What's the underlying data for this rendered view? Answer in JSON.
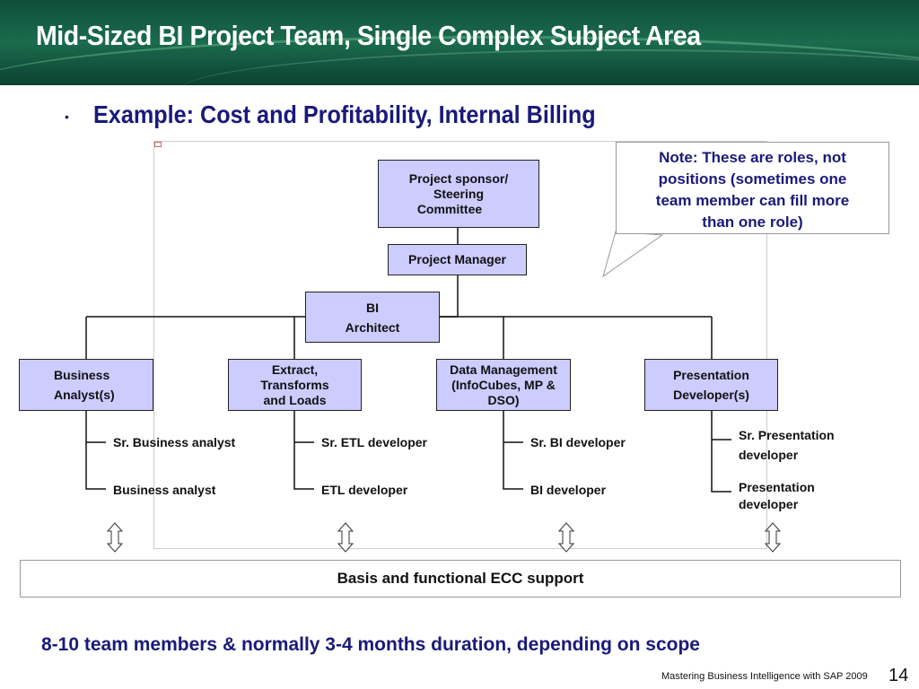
{
  "slide": {
    "title": "Mid-Sized BI Project Team, Single Complex Subject Area",
    "bullet": "•",
    "subtitle": "Example: Cost and Profitability, Internal Billing",
    "bottom_note": "8-10 team members & normally 3-4 months duration, depending on scope",
    "footer": "Mastering Business Intelligence with SAP 2009",
    "page_number": "14"
  },
  "note": {
    "line1": "Note: These are roles, not",
    "line2": "positions (sometimes one",
    "line3": "team member can fill more",
    "line4": "than one role)"
  },
  "org": {
    "sponsor": {
      "line1": "Project sponsor/",
      "line2": "Steering",
      "line3": "Committee"
    },
    "manager": "Project Manager",
    "architect": {
      "line1": "BI",
      "line2": "Architect"
    },
    "roles": [
      {
        "line1": "Business",
        "line2": "Analyst(s)",
        "line3": "",
        "sr": "Sr. Business analyst",
        "jr": "Business analyst"
      },
      {
        "line1": "Extract,",
        "line2": "Transforms",
        "line3": "and Loads",
        "sr": "Sr. ETL developer",
        "jr": "ETL developer"
      },
      {
        "line1": "Data Management",
        "line2": "(InfoCubes, MP &",
        "line3": "DSO)",
        "sr": "Sr. BI developer",
        "jr": "BI developer"
      },
      {
        "line1": "Presentation",
        "line2": "Developer(s)",
        "line3": "",
        "sr_line1": "Sr. Presentation",
        "sr_line2": "developer",
        "jr_line1": "Presentation",
        "jr_line2": "developer"
      }
    ],
    "support": "Basis and functional ECC support"
  },
  "colors": {
    "header_green": "#1b6b4e",
    "box_fill": "#ccccff",
    "title_text": "#ffffff",
    "accent_text": "#1a1a7a"
  }
}
